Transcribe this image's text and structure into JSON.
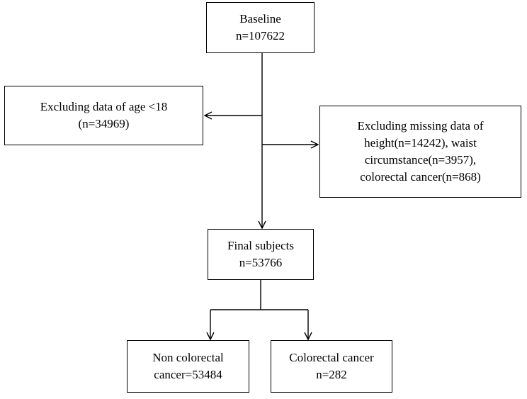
{
  "baseline": {
    "line1": "Baseline",
    "line2": "n=107622"
  },
  "exclude_age": {
    "line1": "Excluding data of age <18",
    "line2": "(n=34969)"
  },
  "exclude_missing": {
    "line1": "Excluding missing data of",
    "line2": "height(n=14242), waist",
    "line3": "circumstance(n=3957),",
    "line4": "colorectal cancer(n=868)"
  },
  "final": {
    "line1": "Final subjects",
    "line2": "n=53766"
  },
  "non_colorectal": {
    "line1": "Non colorectal",
    "line2": "cancer=53484"
  },
  "colorectal": {
    "line1": "Colorectal cancer",
    "line2": "n=282"
  },
  "colors": {
    "line": "#000000",
    "box_border": "#000000",
    "background": "#ffffff"
  }
}
